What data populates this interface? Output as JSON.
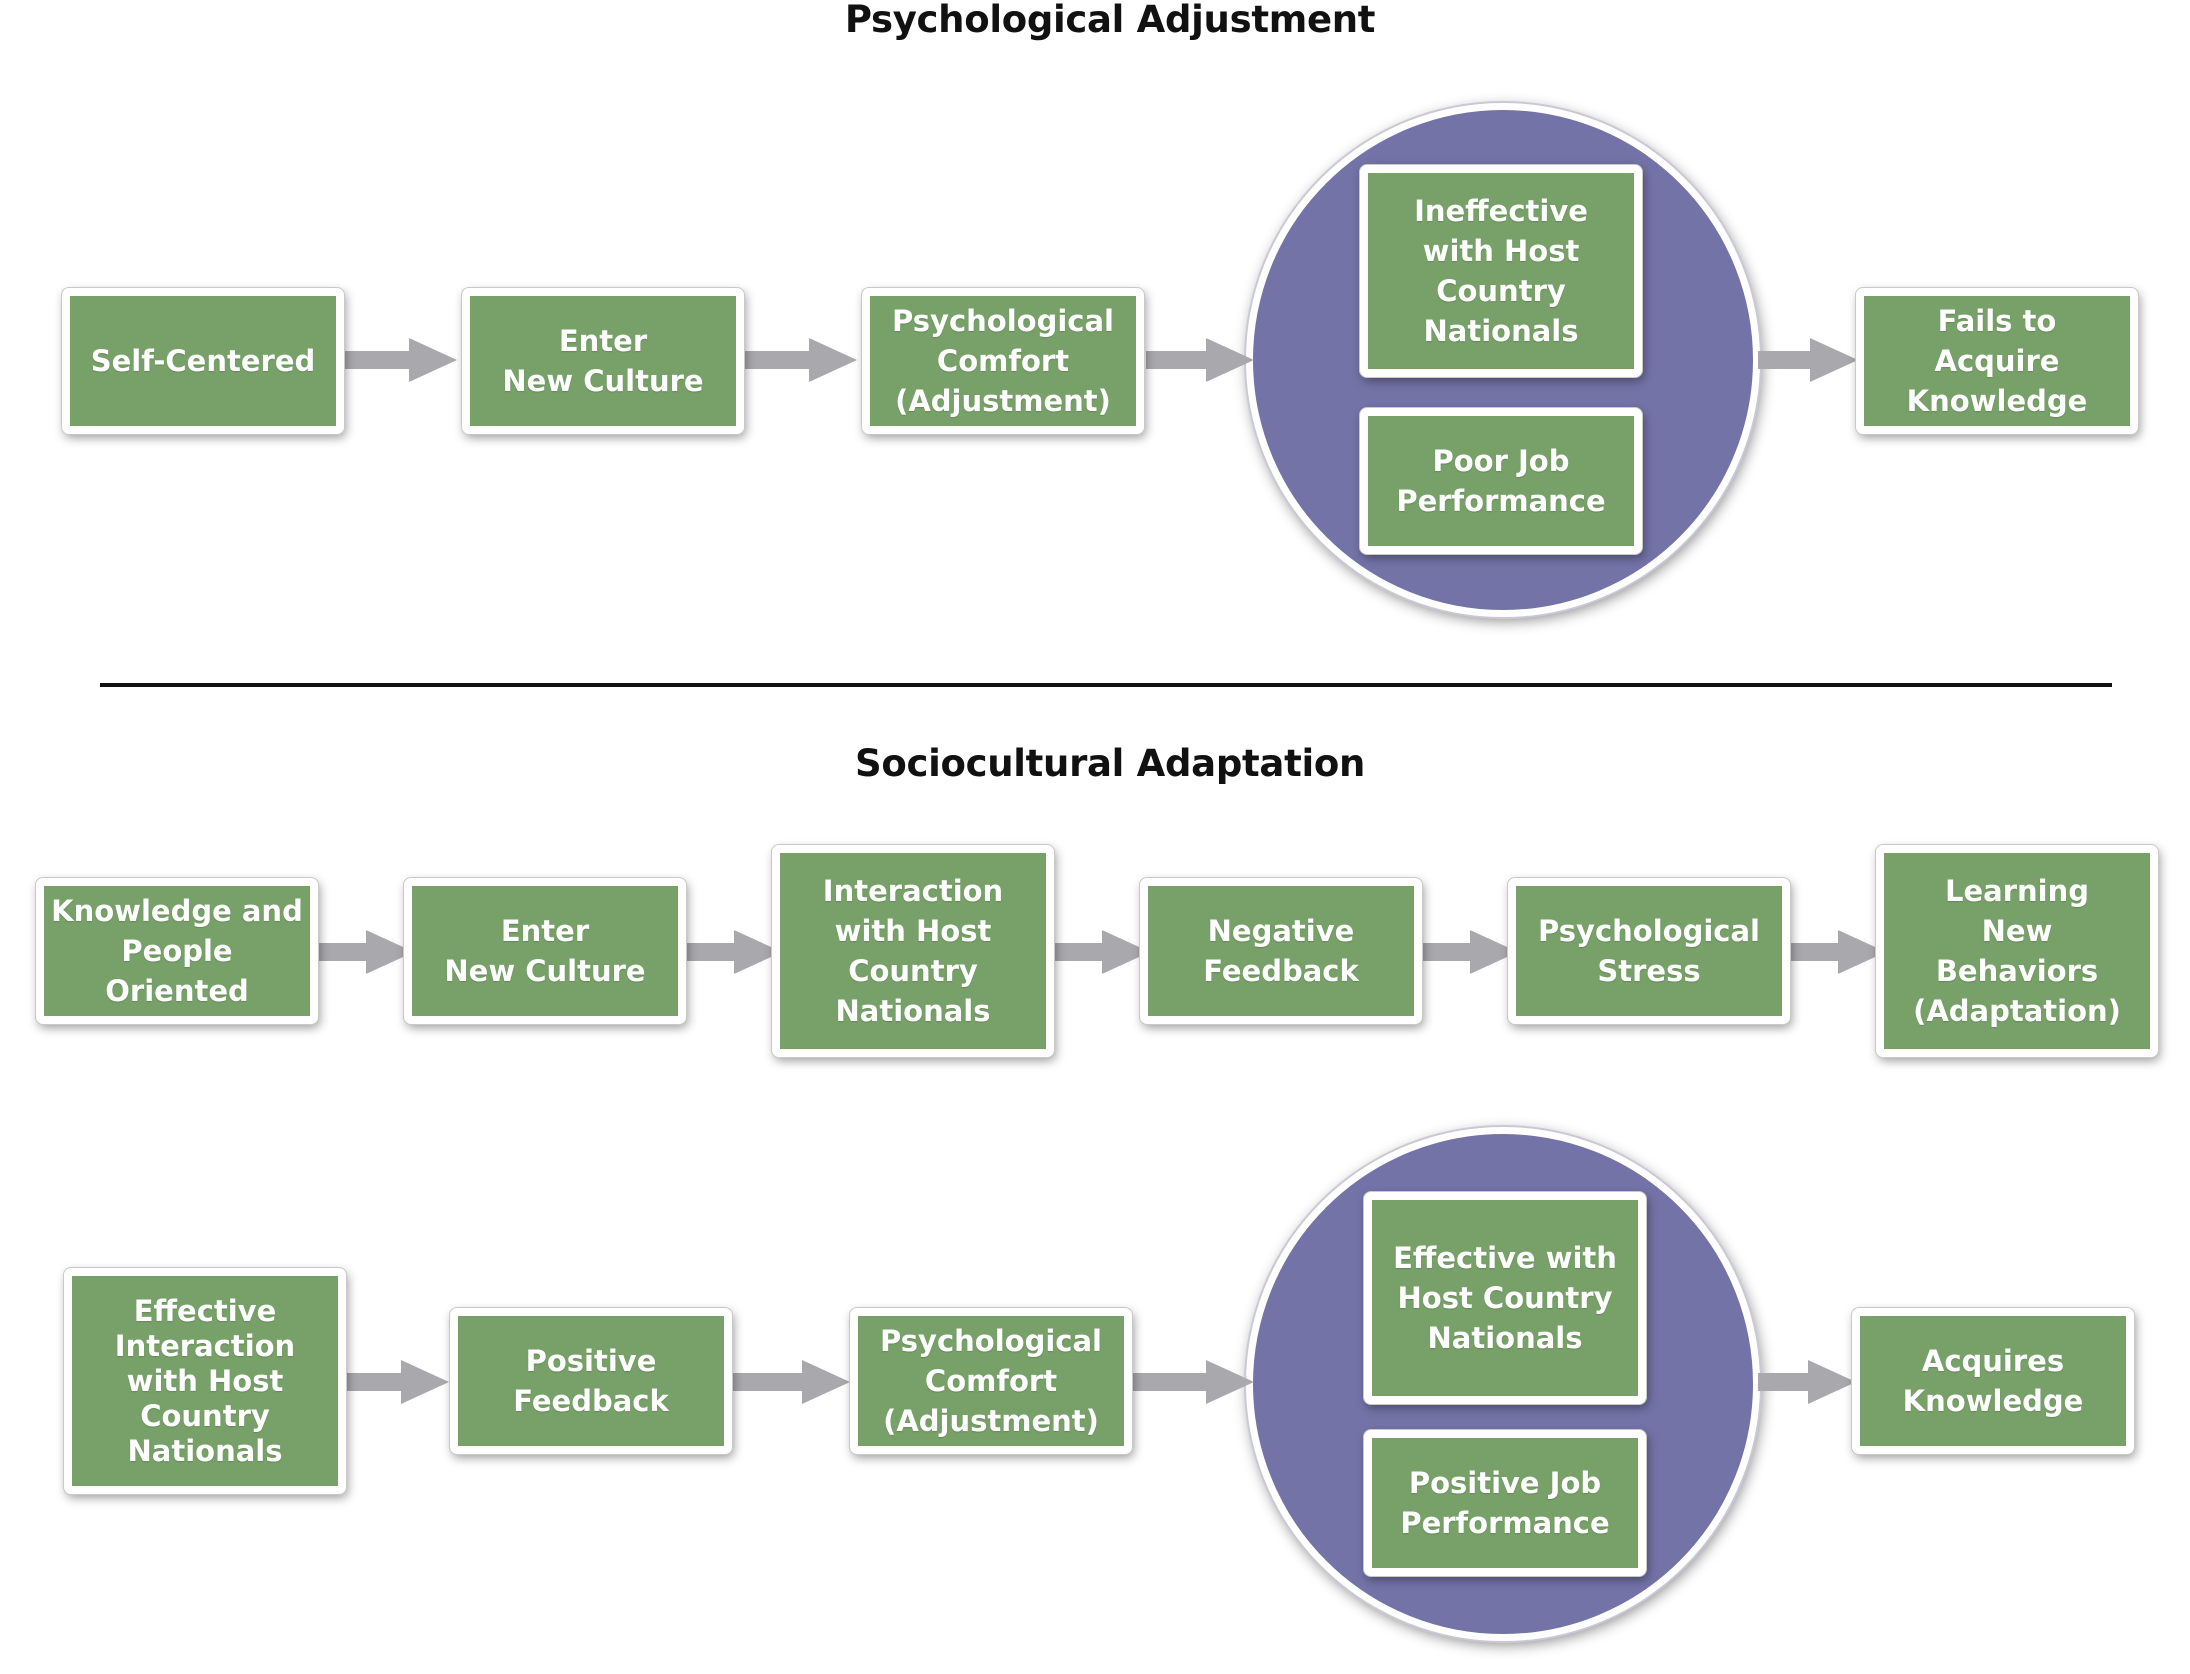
{
  "colors": {
    "box_fill": "#77a168",
    "circle_fill": "#7373a8",
    "arrow": "#a9a9ad",
    "divider": "#111111"
  },
  "top": {
    "title": "Psychological Adjustment",
    "boxes": {
      "self_centered": "Self-Centered",
      "enter_new_culture": "Enter\nNew Culture",
      "psych_comfort": "Psychological\nComfort\n(Adjustment)",
      "ineffective": "Ineffective\nwith Host\nCountry\nNationals",
      "poor_job": "Poor Job\nPerformance",
      "fails_acquire": "Fails to\nAcquire\nKnowledge"
    }
  },
  "bottom": {
    "title": "Sociocultural Adaptation",
    "row1": {
      "knowledge_people": "Knowledge and\nPeople Oriented",
      "enter_new_culture": "Enter\nNew Culture",
      "interaction_host": "Interaction\nwith Host\nCountry\nNationals",
      "negative_feedback": "Negative\nFeedback",
      "psych_stress": "Psychological\nStress",
      "learning_new": "Learning\nNew\nBehaviors\n(Adaptation)"
    },
    "row2": {
      "effective_interaction": "Effective\nInteraction\nwith Host\nCountry\nNationals",
      "positive_feedback": "Positive\nFeedback",
      "psych_comfort": "Psychological\nComfort\n(Adjustment)",
      "effective_host": "Effective with\nHost Country\nNationals",
      "positive_job": "Positive Job\nPerformance",
      "acquires_knowledge": "Acquires\nKnowledge"
    }
  }
}
